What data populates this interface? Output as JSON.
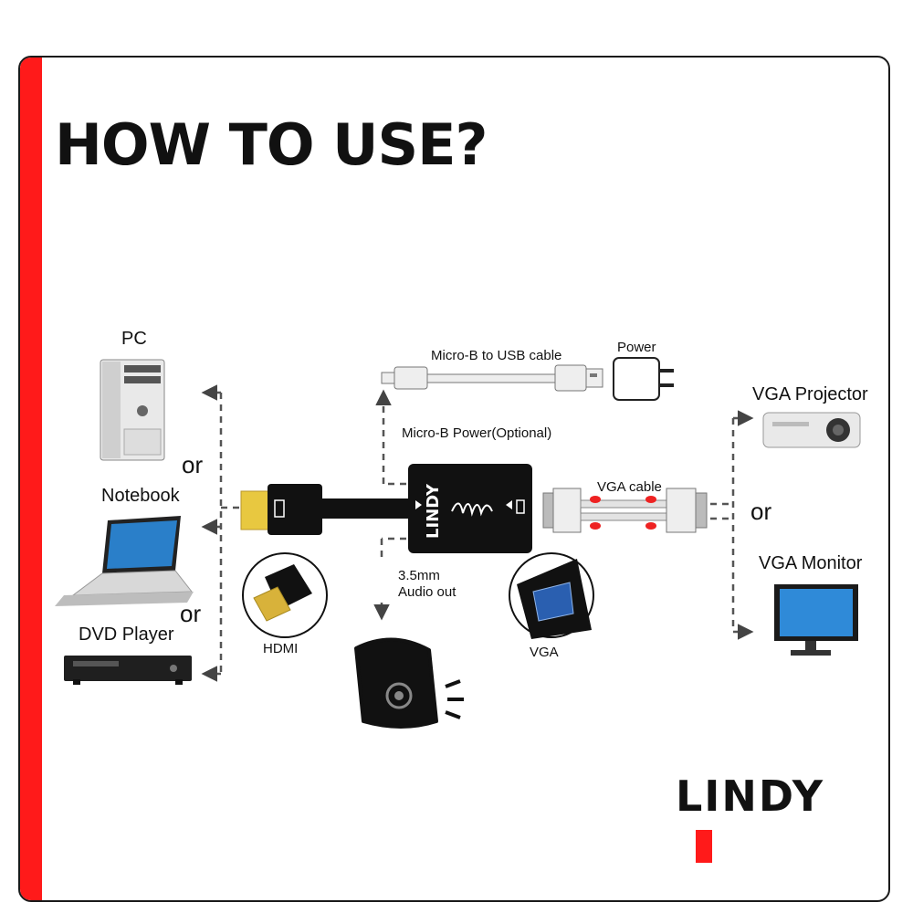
{
  "title": "HOW TO USE?",
  "sources": {
    "pc": "PC",
    "notebook": "Notebook",
    "dvd": "DVD Player",
    "or1": "or",
    "or2": "or"
  },
  "power": {
    "cable_label": "Micro-B to USB cable",
    "adapter_label": "Power",
    "port_label": "Micro-B Power(Optional)"
  },
  "device": {
    "brand": "LINDY"
  },
  "audio": {
    "line1": "3.5mm",
    "line2": "Audio out"
  },
  "connectors": {
    "hdmi": "HDMI",
    "vga": "VGA",
    "vga_cable": "VGA cable"
  },
  "outputs": {
    "projector": "VGA Projector",
    "monitor": "VGA Monitor",
    "or": "or"
  },
  "logo": "LINDY",
  "colors": {
    "accent": "#ff1a1a",
    "dark": "#111111"
  }
}
